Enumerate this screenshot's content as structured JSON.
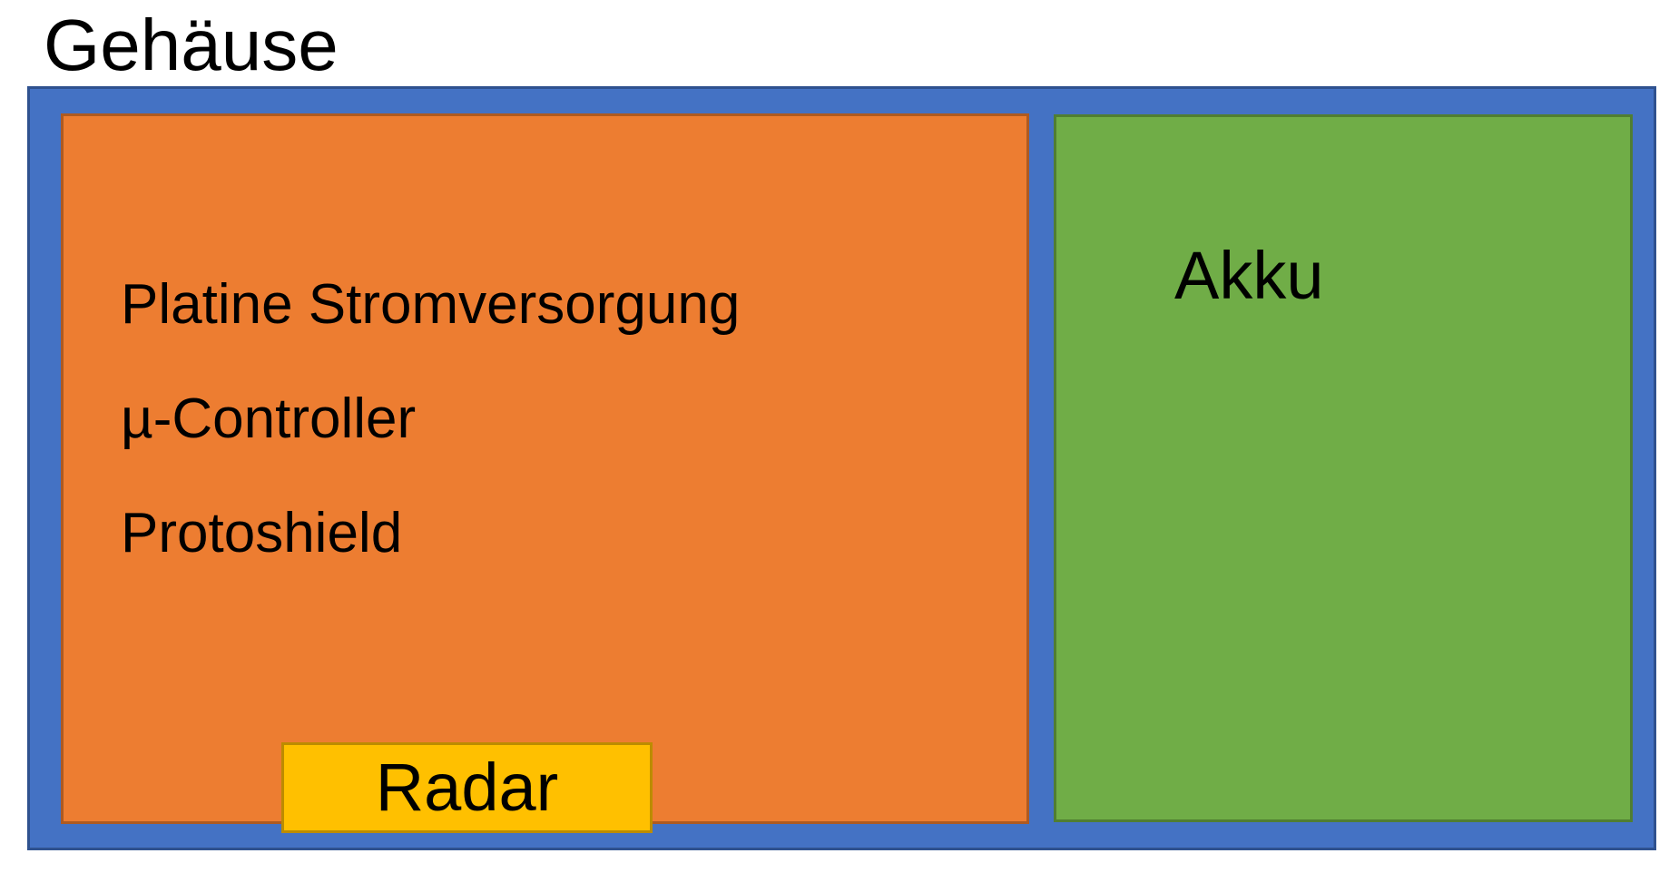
{
  "diagram": {
    "title": "Gehäuse",
    "board": {
      "lines": [
        "Platine Stromversorgung",
        "µ-Controller",
        "Protoshield"
      ]
    },
    "battery": {
      "label": "Akku"
    },
    "radar": {
      "label": "Radar"
    },
    "colors": {
      "housing": "#4472c4",
      "board": "#ed7d31",
      "battery": "#70ad47",
      "radar": "#ffc000"
    }
  }
}
